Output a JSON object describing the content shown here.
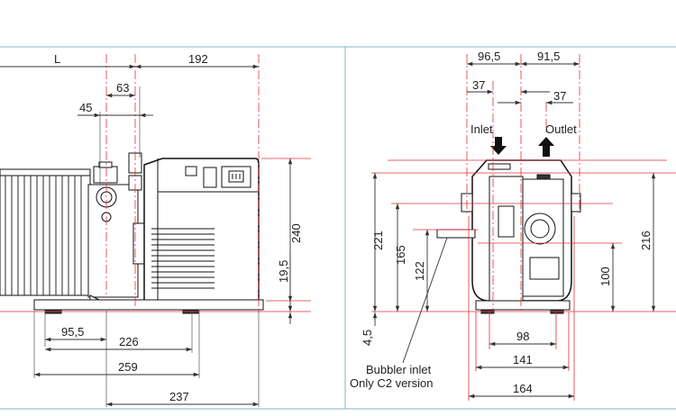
{
  "side_view": {
    "dimensions": {
      "L": "L",
      "d192": "192",
      "d63": "63",
      "d45": "45",
      "d240": "240",
      "d19_5": "19,5",
      "d95_5": "95,5",
      "d226": "226",
      "d259": "259",
      "d237": "237"
    }
  },
  "front_view": {
    "dimensions": {
      "d96_5": "96,5",
      "d91_5": "91,5",
      "d37_left": "37",
      "d37_right": "37",
      "d221": "221",
      "d165": "165",
      "d122": "122",
      "d100": "100",
      "d216": "216",
      "d4_5": "4,5",
      "d98": "98",
      "d141": "141",
      "d164": "164"
    },
    "labels": {
      "inlet": "Inlet",
      "outlet": "Outlet",
      "bubbler_line1": "Bubbler inlet",
      "bubbler_line2": "Only C2 version"
    }
  },
  "colors": {
    "centerline": "#e0313a",
    "frame": "#7fb7c0",
    "ink": "#111111"
  }
}
